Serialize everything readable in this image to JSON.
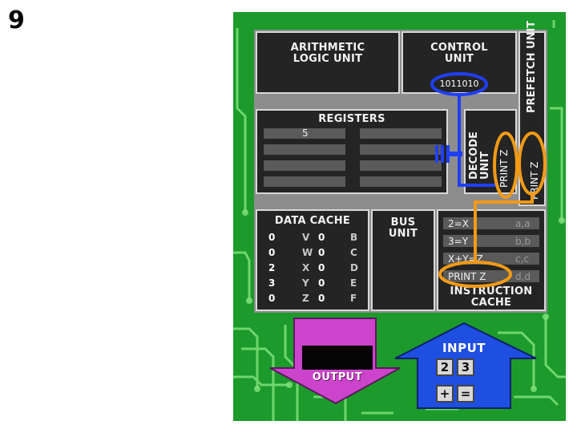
{
  "slide_number": "9",
  "cpu": {
    "alu": {
      "title_line1": "ARITHMETIC",
      "title_line2": "LOGIC UNIT"
    },
    "control": {
      "title_line1": "CONTROL",
      "title_line2": "UNIT",
      "instruction": "1011010"
    },
    "prefetch": {
      "title": "PREFETCH UNIT",
      "content": "PRINT Z"
    },
    "registers": {
      "title": "REGISTERS",
      "values": [
        "5",
        "",
        "",
        "",
        "",
        "",
        "",
        ""
      ]
    },
    "decode": {
      "title_line1": "DECODE",
      "title_line2": "UNIT",
      "content": "PRINT Z"
    },
    "data_cache": {
      "title": "DATA CACHE",
      "rows": [
        {
          "v1": "0",
          "l1": "V",
          "v2": "0",
          "l2": "B"
        },
        {
          "v1": "0",
          "l1": "W",
          "v2": "0",
          "l2": "C"
        },
        {
          "v1": "2",
          "l1": "X",
          "v2": "0",
          "l2": "D"
        },
        {
          "v1": "3",
          "l1": "Y",
          "v2": "0",
          "l2": "E"
        },
        {
          "v1": "0",
          "l1": "Z",
          "v2": "0",
          "l2": "F"
        }
      ]
    },
    "bus": {
      "title_line1": "BUS",
      "title_line2": "UNIT"
    },
    "instruction_cache": {
      "title_line1": "INSTRUCTION",
      "title_line2": "CACHE",
      "rows": [
        {
          "left": "2=X",
          "right": "a,a"
        },
        {
          "left": "3=Y",
          "right": "b,b"
        },
        {
          "left": "X+Y=Z",
          "right": "c,c"
        },
        {
          "left": "PRINT Z",
          "right": "d,d"
        }
      ]
    }
  },
  "output": {
    "label": "OUTPUT"
  },
  "input": {
    "label": "INPUT",
    "keys": [
      "2",
      "3",
      "+",
      "="
    ]
  },
  "colors": {
    "board": "#1c9a2c",
    "highlight_blue": "#1f3fff",
    "highlight_orange": "#f29a16",
    "output": "#cc44cc",
    "input": "#1f4fe0"
  }
}
